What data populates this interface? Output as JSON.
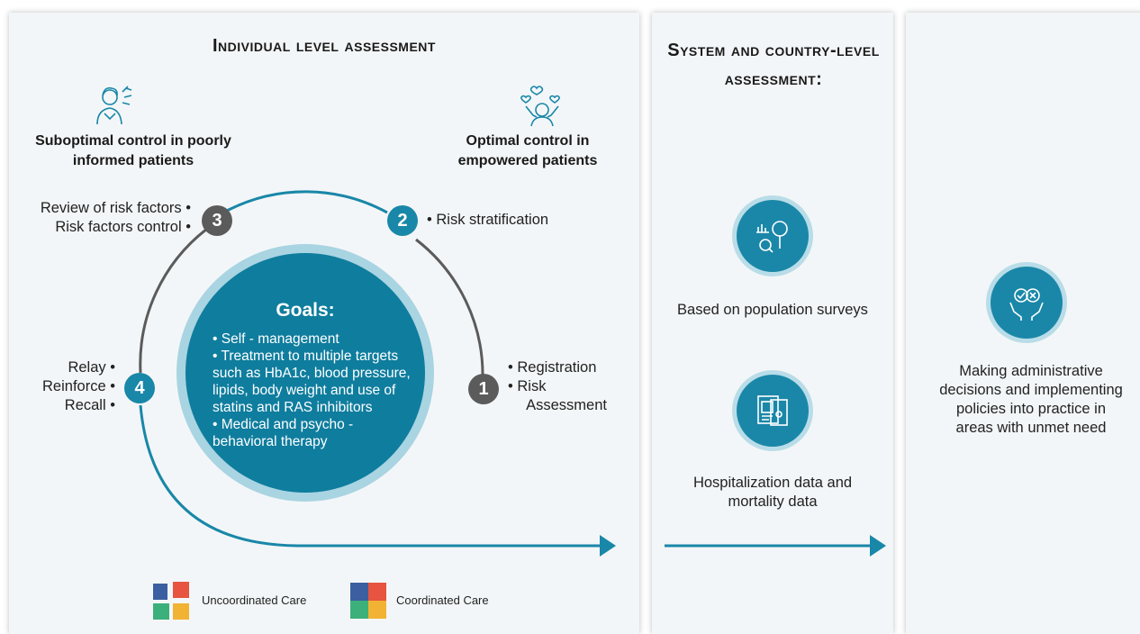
{
  "panel1": {
    "title": "Individual level assessment",
    "suboptimal": "Suboptimal control in poorly informed patients",
    "optimal": "Optimal control in empowered patients",
    "steps": {
      "n1": "1",
      "n2": "2",
      "n3": "3",
      "n4": "4",
      "step3_line1": "Review of risk factors •",
      "step3_line2": "Risk factors control •",
      "step2": "• Risk stratification",
      "step1_line1": "• Registration",
      "step1_line2": "• Risk",
      "step1_line3": "Assessment",
      "step4_line1": "Relay •",
      "step4_line2": "Reinforce •",
      "step4_line3": "Recall •"
    },
    "goals": {
      "title": "Goals:",
      "items": [
        "• Self - management",
        "• Treatment to multiple targets such as HbA1c, blood pressure, lipids, body weight and use of statins and RAS inhibitors",
        "• Medical and psycho - behavioral therapy"
      ]
    },
    "legend": {
      "uncoordinated": "Uncoordinated Care",
      "coordinated": "Coordinated Care"
    }
  },
  "panel2": {
    "title": "System and country-level assessment:",
    "item1": "Based on population surveys",
    "item2": "Hospitalization data and mortality data",
    "icons": [
      "analytics-search-icon",
      "medical-records-icon"
    ]
  },
  "panel3": {
    "text": "Making administrative decisions and implementing policies into practice in areas with unmet need",
    "icons": [
      "policy-hands-icon"
    ]
  },
  "colors": {
    "teal": "#1987a8",
    "grey": "#5b5b5b",
    "light_teal": "#a9d4e2",
    "panel_bg": "#f3f6f8"
  }
}
